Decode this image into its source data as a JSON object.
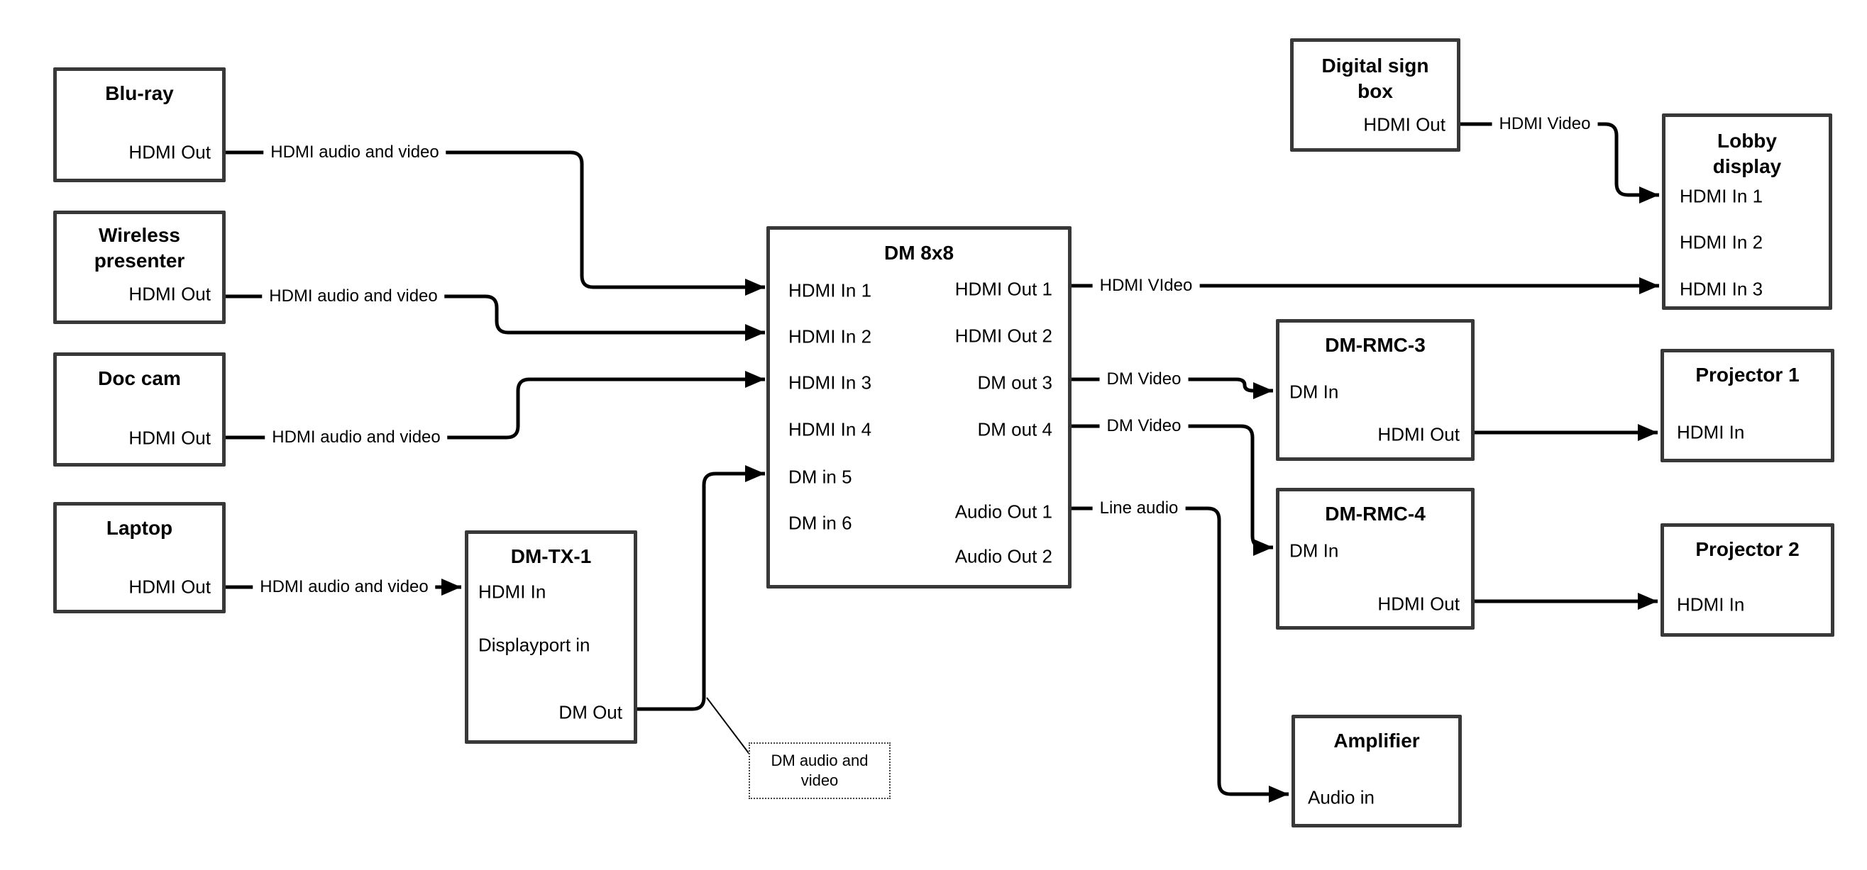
{
  "canvas": {
    "background": "#ffffff",
    "wire_color": "#000000",
    "box_border_color": "#383838"
  },
  "boxes": {
    "bluray": {
      "title": "Blu-ray",
      "ports": {
        "hdmi_out": "HDMI Out"
      }
    },
    "wireless_presenter": {
      "title": "Wireless presenter",
      "ports": {
        "hdmi_out": "HDMI Out"
      }
    },
    "doc_cam": {
      "title": "Doc cam",
      "ports": {
        "hdmi_out": "HDMI Out"
      }
    },
    "laptop": {
      "title": "Laptop",
      "ports": {
        "hdmi_out": "HDMI Out"
      }
    },
    "dm_tx_1": {
      "title": "DM-TX-1",
      "ports": {
        "hdmi_in": "HDMI In",
        "displayport_in": "Displayport in",
        "dm_out": "DM Out"
      }
    },
    "dm_8x8": {
      "title": "DM 8x8",
      "ports": {
        "hdmi_in_1": "HDMI In 1",
        "hdmi_in_2": "HDMI In 2",
        "hdmi_in_3": "HDMI In 3",
        "hdmi_in_4": "HDMI In 4",
        "dm_in_5": "DM in 5",
        "dm_in_6": "DM in 6",
        "hdmi_out_1": "HDMI Out 1",
        "hdmi_out_2": "HDMI Out 2",
        "dm_out_3": "DM out 3",
        "dm_out_4": "DM out 4",
        "audio_out_1": "Audio Out 1",
        "audio_out_2": "Audio Out 2"
      }
    },
    "digital_sign_box": {
      "title": "Digital sign box",
      "ports": {
        "hdmi_out": "HDMI Out"
      }
    },
    "lobby_display": {
      "title": "Lobby display",
      "ports": {
        "hdmi_in_1": "HDMI In 1",
        "hdmi_in_2": "HDMI In 2",
        "hdmi_in_3": "HDMI In 3"
      }
    },
    "dm_rmc_3": {
      "title": "DM-RMC-3",
      "ports": {
        "dm_in": "DM In",
        "hdmi_out": "HDMI Out"
      }
    },
    "projector_1": {
      "title": "Projector 1",
      "ports": {
        "hdmi_in": "HDMI In"
      }
    },
    "dm_rmc_4": {
      "title": "DM-RMC-4",
      "ports": {
        "dm_in": "DM In",
        "hdmi_out": "HDMI Out"
      }
    },
    "projector_2": {
      "title": "Projector 2",
      "ports": {
        "hdmi_in": "HDMI In"
      }
    },
    "amplifier": {
      "title": "Amplifier",
      "ports": {
        "audio_in": "Audio in"
      }
    }
  },
  "wire_labels": {
    "bluray_to_dm8x8": "HDMI audio and video",
    "wireless_to_dm8x8": "HDMI audio and video",
    "doccam_to_dm8x8": "HDMI audio and video",
    "laptop_to_dmtx1": "HDMI audio and video",
    "hdmi_out_1_to_lobby": "HDMI VIdeo",
    "dm_out_3_to_rmc3": "DM Video",
    "dm_out_4_to_rmc4": "DM Video",
    "audio_out_1_to_amp": "Line audio",
    "sign_to_lobby": "HDMI Video"
  },
  "callout": {
    "text": "DM audio and video"
  }
}
